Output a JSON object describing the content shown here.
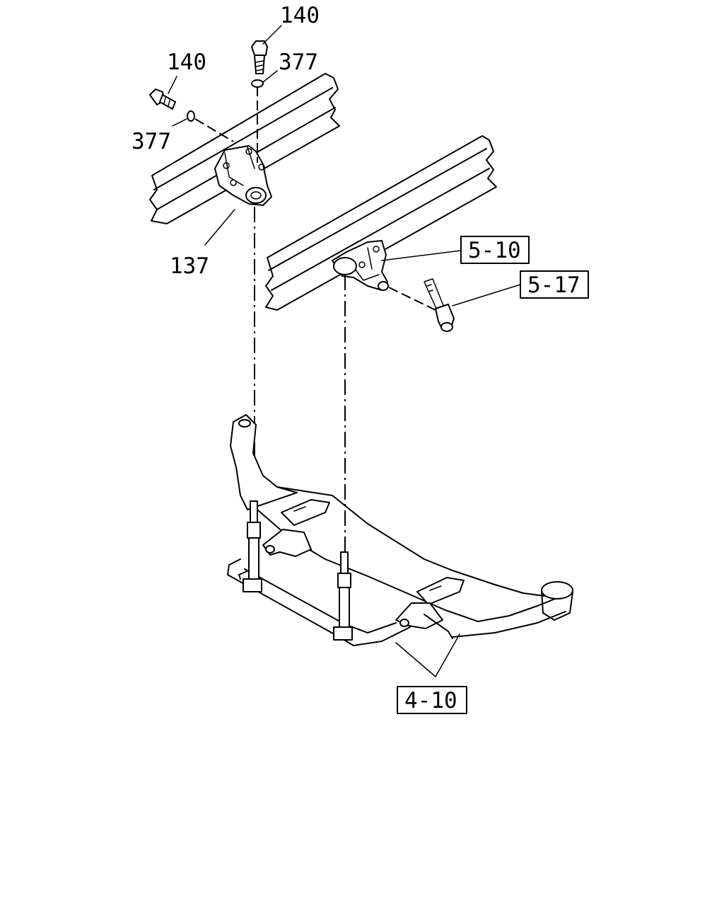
{
  "callouts": {
    "bolt_top": "140",
    "washer_top": "377",
    "bolt_left": "140",
    "washer_left": "377",
    "bracket": "137",
    "ref_mount": "5-10",
    "ref_shock": "5-17",
    "ref_crossmember": "4-10"
  },
  "icons": {
    "bolt": "hex-bolt-icon",
    "washer": "lock-washer-icon",
    "bracket": "bracket-icon",
    "frame": "frame-rail-icon",
    "crossmember": "crossmember-icon",
    "shock": "shock-absorber-icon"
  }
}
